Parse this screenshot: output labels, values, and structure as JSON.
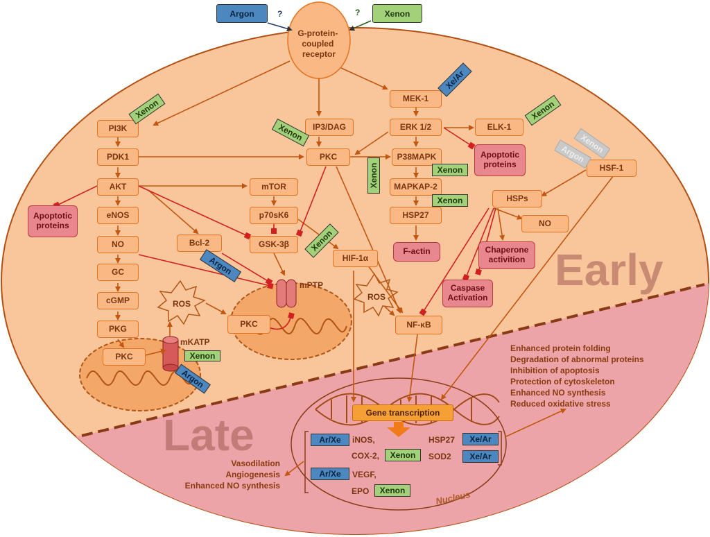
{
  "ligands": {
    "argon": "Argon",
    "xenon": "Xenon",
    "unknown": "?"
  },
  "gpcr": {
    "line1": "G-protein-",
    "line2": "coupled",
    "line3": "receptor"
  },
  "phases": {
    "early": "Early",
    "late": "Late"
  },
  "nodes": {
    "mek1": "MEK-1",
    "erk": "ERK 1/2",
    "elk1": "ELK-1",
    "pi3k": "PI3K",
    "ip3dag": "IP3/DAG",
    "pdk1": "PDK1",
    "pkc_center": "PKC",
    "p38": "P38MAPK",
    "hsf1": "HSF-1",
    "akt": "AKT",
    "mtor": "mTOR",
    "mapkap2": "MAPKAP-2",
    "hsps": "HSPs",
    "enos": "eNOS",
    "p70": "p70sK6",
    "hsp27": "HSP27",
    "no_right": "NO",
    "no_left": "NO",
    "bcl2": "Bcl-2",
    "gsk": "GSK-3β",
    "hif": "HIF-1α",
    "gc": "GC",
    "cgmp": "cGMP",
    "pkg": "PKG",
    "pkc_mito_left": "PKC",
    "pkc_mito_mid": "PKC",
    "nfkb": "NF-κB"
  },
  "red_nodes": {
    "apoptotic_right": [
      "Apoptotic",
      "proteins"
    ],
    "apoptotic_left": [
      "Apoptotic",
      "proteins"
    ],
    "factin": [
      "F-actin"
    ],
    "chaperone": [
      "Chaperone",
      "activition"
    ],
    "caspase": [
      "Caspase",
      "Activation"
    ]
  },
  "labels": {
    "mptp": "mPTP",
    "mkatp": "mKATP",
    "ros": "ROS",
    "nucleus": "Nucleus",
    "gene_transcription": "Gene transcription"
  },
  "arrow_tags": {
    "xenon": "Xenon",
    "argon": "Argon",
    "xe_ar": "Xe/Ar",
    "ar_xe": "Ar/Xe"
  },
  "genes": {
    "inos": "iNOS,",
    "cox2": "COX-2,",
    "vegf": "VEGF,",
    "epo": "EPO",
    "hsp27": "HSP27",
    "sod2": "SOD2"
  },
  "outcomes_early": [
    "Enhanced protein folding",
    "Degradation of abnormal proteins",
    "Inhibition of apoptosis",
    "Protection of cytoskeleton",
    "Enhanced NO synthesis",
    "Reduced oxidative stress"
  ],
  "outcomes_late": [
    "Vasodilation",
    "Angiogenesis",
    "Enhanced NO synthesis"
  ],
  "colors": {
    "early_fill": "#f9c69c",
    "late_fill": "#eda4a8",
    "node_fill": "#f9b884",
    "node_border": "#e3731f",
    "arrow": "#c2560f",
    "inhibit": "#d21f1f",
    "argon": "#4c87c0",
    "xenon": "#a3d17a"
  }
}
